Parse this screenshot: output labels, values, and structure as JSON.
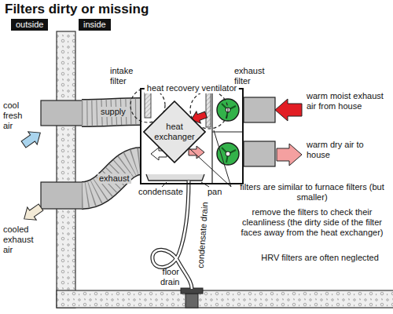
{
  "diagram": {
    "title": "Filters dirty or missing",
    "nodes": [
      {
        "text": [
          "outside"
        ]
      },
      {
        "text": [
          "inside"
        ]
      },
      {
        "text": [
          "heat recovery ventilator"
        ]
      },
      {
        "text": [
          "heat exchanger"
        ],
        "in": 2
      }
    ],
    "labels": [
      "intake filter",
      "exhaust filter",
      "cool fresh air",
      "supply",
      "warm moist exhaust air from house",
      "warm dry air to house",
      "exhaust",
      "condensate",
      "pan",
      "cooled exhaust air",
      "filters are similar to furnace filters (but smaller)",
      "remove the filters to check their cleanliness (the dirty side of the filter faces away from the heat exchanger)",
      "HRV filters are often neglected",
      "condensate drain",
      "floor drain"
    ]
  }
}
